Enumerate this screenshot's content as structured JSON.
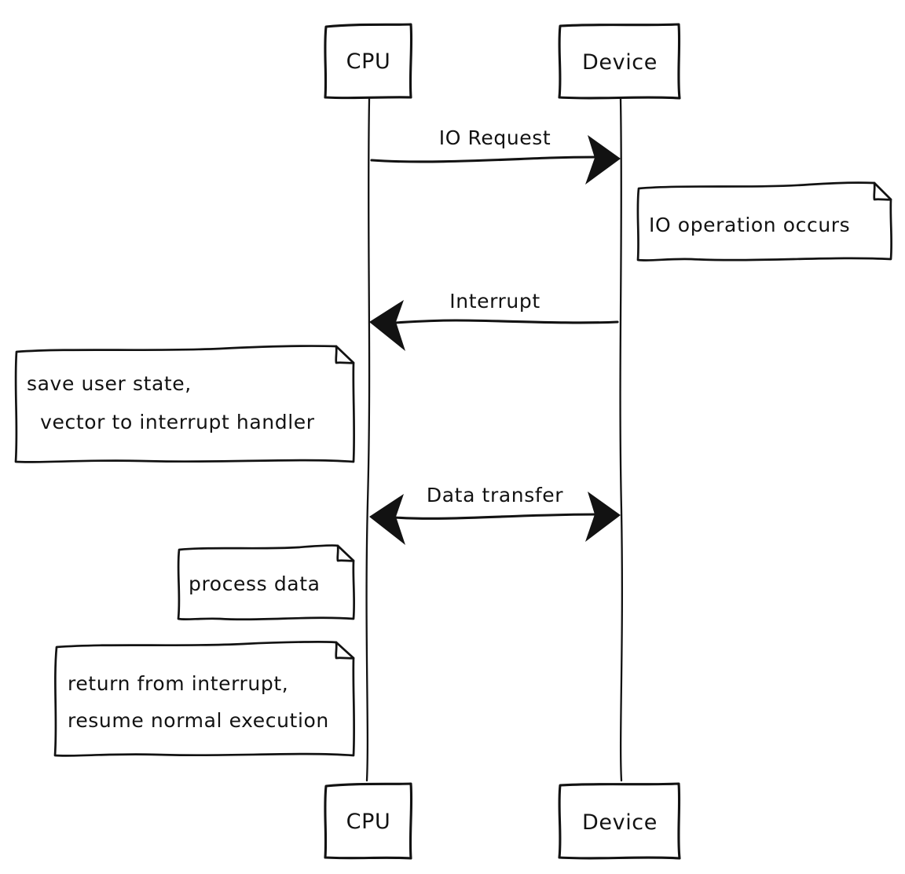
{
  "diagram": {
    "kind": "sequence-diagram",
    "style": "hand-drawn",
    "background_color": "#ffffff",
    "stroke_color": "#121212",
    "participants": [
      {
        "id": "cpu",
        "label": "CPU",
        "bottom_label": "CPU"
      },
      {
        "id": "device",
        "label": "Device",
        "bottom_label": "Device"
      }
    ],
    "messages": [
      {
        "id": "io-request",
        "label": "IO Request",
        "from": "cpu",
        "to": "device",
        "direction": "right"
      },
      {
        "id": "interrupt",
        "label": "Interrupt",
        "from": "device",
        "to": "cpu",
        "direction": "left"
      },
      {
        "id": "data-transfer",
        "label": "Data transfer",
        "from": "cpu",
        "to": "device",
        "direction": "both"
      }
    ],
    "notes": [
      {
        "id": "io-operation-occurs",
        "attached_to": "device",
        "side": "right",
        "lines": [
          "IO operation occurs"
        ]
      },
      {
        "id": "save-user-state",
        "attached_to": "cpu",
        "side": "left",
        "lines": [
          "save user state,",
          "  vector to interrupt handler"
        ]
      },
      {
        "id": "process-data",
        "attached_to": "cpu",
        "side": "left",
        "lines": [
          "process data"
        ]
      },
      {
        "id": "return-from-interrupt",
        "attached_to": "cpu",
        "side": "left",
        "lines": [
          "return from interrupt,",
          "resume normal execution"
        ]
      }
    ]
  }
}
